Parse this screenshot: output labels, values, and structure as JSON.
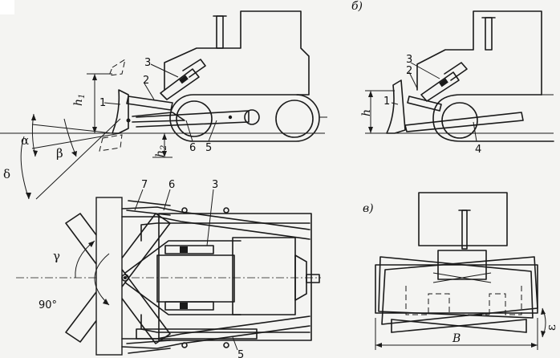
{
  "view_labels": {
    "b": "б)",
    "v": "в)"
  },
  "side_view_a": {
    "parts": [
      "1",
      "2",
      "3",
      "5",
      "6"
    ],
    "dims": {
      "h1": "h",
      "h1_sub": "1",
      "h2": "h",
      "h2_sub": "2"
    },
    "angles": {
      "alpha": "α",
      "beta": "β",
      "delta": "δ"
    }
  },
  "side_view_b": {
    "parts": [
      "1",
      "2",
      "3",
      "4"
    ],
    "dims": {
      "h": "h"
    }
  },
  "plan_view": {
    "parts": [
      "7",
      "6",
      "3",
      "5"
    ],
    "angles": {
      "gamma": "γ",
      "right": "90°"
    }
  },
  "front_view": {
    "dims": {
      "width": "B"
    },
    "angles": {
      "epsilon": "ε"
    }
  }
}
